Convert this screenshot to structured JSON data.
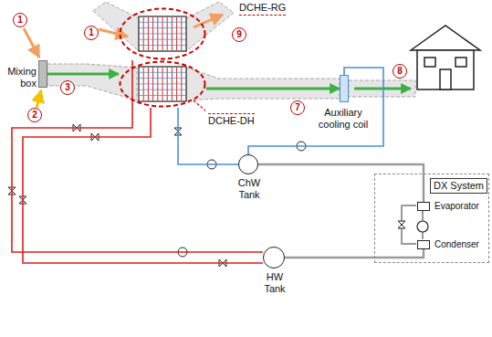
{
  "diagram": {
    "nodes": [
      {
        "text": [
          "Mixing box"
        ]
      },
      {
        "text": [
          "DCHE-RG"
        ]
      },
      {
        "text": [
          "DCHE-DH"
        ]
      },
      {
        "text": [
          "Auxiliary cooling coil"
        ]
      },
      {
        "text": [
          "ChW Tank"
        ]
      },
      {
        "text": [
          "HW Tank"
        ]
      },
      {
        "text": [
          "DX System"
        ]
      },
      {
        "text": [
          "Evaporator"
        ],
        "in": 6
      },
      {
        "text": [
          "Condenser"
        ],
        "in": 6
      }
    ],
    "edges": [
      {
        "from": 0,
        "to": 2,
        "arrow": "to"
      },
      {
        "from": 2,
        "to": 3,
        "arrow": "to"
      },
      {
        "from": 5,
        "to": 1,
        "arrow": "none"
      },
      {
        "from": 5,
        "to": 2,
        "arrow": "none"
      },
      {
        "from": 4,
        "to": 2,
        "arrow": "none"
      },
      {
        "from": 4,
        "to": 3,
        "arrow": "none"
      },
      {
        "from": 4,
        "to": 7,
        "arrow": "none"
      },
      {
        "from": 5,
        "to": 8,
        "arrow": "none"
      }
    ],
    "labels": [
      "1",
      "2",
      "3",
      "1",
      "9",
      "7",
      "8"
    ]
  }
}
